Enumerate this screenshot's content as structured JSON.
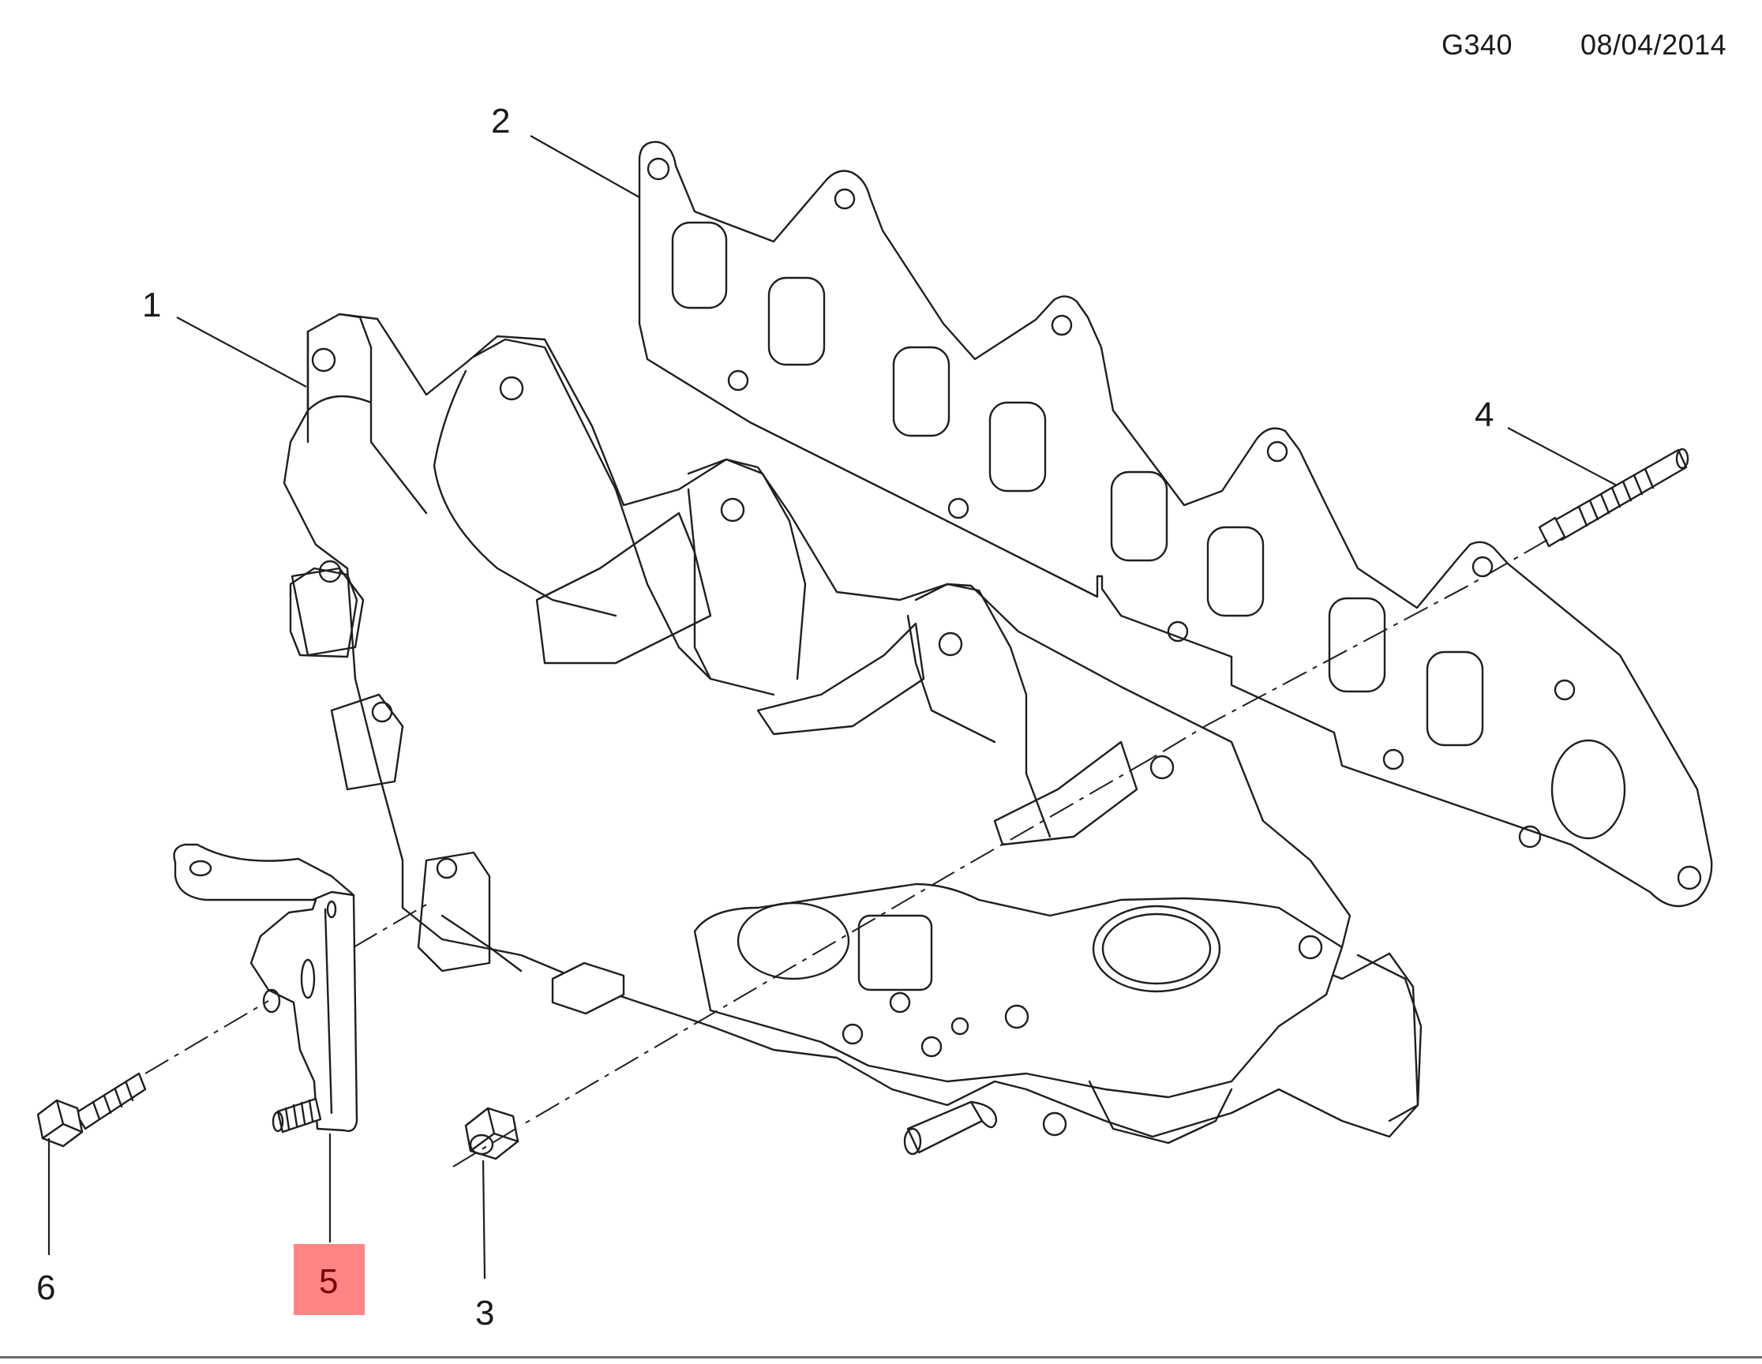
{
  "header": {
    "diagram_code": "G340",
    "date": "08/04/2014"
  },
  "callouts": [
    {
      "id": "1",
      "label": "1",
      "highlighted": false
    },
    {
      "id": "2",
      "label": "2",
      "highlighted": false
    },
    {
      "id": "3",
      "label": "3",
      "highlighted": false
    },
    {
      "id": "4",
      "label": "4",
      "highlighted": false
    },
    {
      "id": "5",
      "label": "5",
      "highlighted": true
    },
    {
      "id": "6",
      "label": "6",
      "highlighted": false
    }
  ],
  "colors": {
    "line": "#1f1f1f",
    "highlight": "#ff8585",
    "highlight_text": "#7a0000"
  }
}
